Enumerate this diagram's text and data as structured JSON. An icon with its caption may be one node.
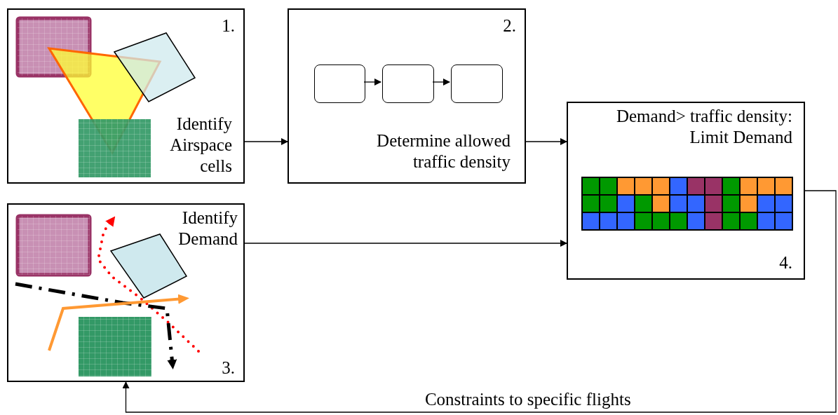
{
  "diagram": {
    "nodes": [
      {
        "text": [
          "1.",
          "Identify Airspace cells"
        ]
      },
      {
        "text": [
          "2.",
          "Determine allowed traffic density"
        ]
      },
      {
        "text": [],
        "shape": "box",
        "in": 1
      },
      {
        "text": [],
        "shape": "box",
        "in": 1
      },
      {
        "text": [],
        "shape": "box",
        "in": 1
      },
      {
        "text": [
          "Demand> traffic density: Limit Demand",
          "4."
        ]
      },
      {
        "text": [
          "Identify Demand",
          "3."
        ]
      }
    ],
    "edges": [
      {
        "from": 0,
        "to": 1,
        "arrow": "to"
      },
      {
        "from": 2,
        "to": 3,
        "arrow": "to"
      },
      {
        "from": 3,
        "to": 4,
        "arrow": "to"
      },
      {
        "from": 1,
        "to": 5,
        "arrow": "to"
      },
      {
        "from": 6,
        "to": 5,
        "arrow": "to"
      },
      {
        "from": 5,
        "to": 6,
        "arrow": "to",
        "label": "Constraints to specific flights"
      }
    ]
  }
}
